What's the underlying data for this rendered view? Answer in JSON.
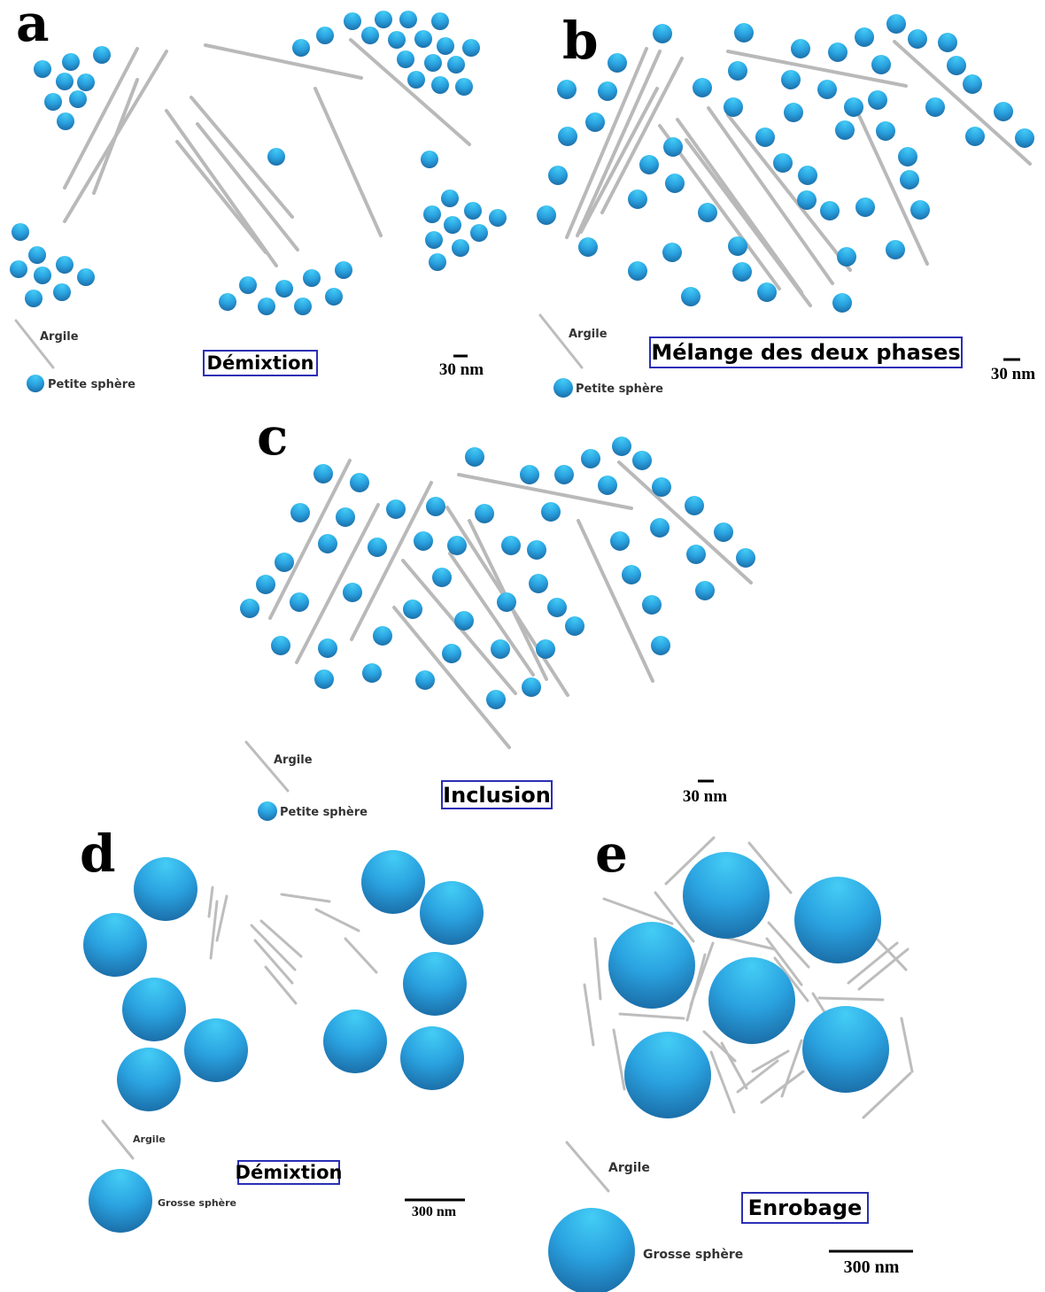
{
  "colors": {
    "sphere": "#2f9fde",
    "sphere_highlight": "#3fc6f2",
    "sphere_shadow": "#1c6fa8",
    "rod": "#b9b9b9",
    "box_border": "#2b2fb5"
  },
  "panels": [
    {
      "id": "a",
      "letter": "a",
      "title": "Démixtion",
      "legend_rod": "Argile",
      "legend_sphere": "Petite sphère",
      "scale": "30 nm"
    },
    {
      "id": "b",
      "letter": "b",
      "title": "Mélange des deux phases",
      "legend_rod": "Argile",
      "legend_sphere": "Petite sphère",
      "scale": "30 nm"
    },
    {
      "id": "c",
      "letter": "c",
      "title": "Inclusion",
      "legend_rod": "Argile",
      "legend_sphere": "Petite sphère",
      "scale": "30 nm"
    },
    {
      "id": "d",
      "letter": "d",
      "title": "Démixtion",
      "legend_rod": "Argile",
      "legend_sphere": "Grosse sphère",
      "scale": "300 nm"
    },
    {
      "id": "e",
      "letter": "e",
      "title": "Enrobage",
      "legend_rod": "Argile",
      "legend_sphere": "Grosse sphère",
      "scale": "300 nm"
    }
  ]
}
